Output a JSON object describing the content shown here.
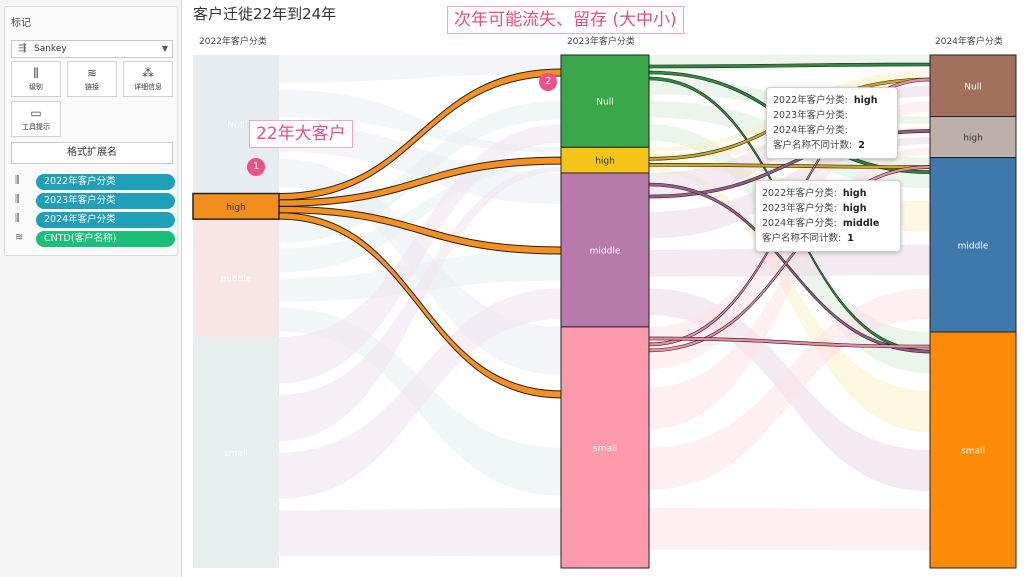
{
  "marks_card": {
    "title": "标记",
    "mark_type": "Sankey",
    "mark_type_icon": "sankey-icon",
    "buttons": [
      {
        "label": "级别",
        "icon": "level-icon"
      },
      {
        "label": "链接",
        "icon": "link-icon"
      },
      {
        "label": "详细信息",
        "icon": "detail-icon"
      },
      {
        "label": "工具提示",
        "icon": "tooltip-icon"
      }
    ],
    "format_button": "格式扩展名",
    "pills": [
      {
        "label": "2022年客户分类",
        "icon": "level-icon",
        "color": "#1fa0b8"
      },
      {
        "label": "2023年客户分类",
        "icon": "level-icon",
        "color": "#1fa0b8"
      },
      {
        "label": "2024年客户分类",
        "icon": "level-icon",
        "color": "#1fa0b8"
      },
      {
        "label": "CNTD(客户名称)",
        "icon": "link-icon",
        "color": "#1bbf7a"
      }
    ]
  },
  "view": {
    "title": "客户迁徙22年到24年",
    "columns": [
      "2022年客户分类",
      "2023年客户分类",
      "2024年客户分类"
    ]
  },
  "chart_data": {
    "type": "sankey",
    "stages": [
      "2022年客户分类",
      "2023年客户分类",
      "2024年客户分类"
    ],
    "nodes": {
      "2022": [
        {
          "name": "Null",
          "share": 0.27,
          "color": "#dfe6ec",
          "highlighted": false
        },
        {
          "name": "high",
          "share": 0.05,
          "color": "#f28e1c",
          "highlighted": true
        },
        {
          "name": "middle",
          "share": 0.23,
          "color": "#f6dcde",
          "highlighted": false
        },
        {
          "name": "small",
          "share": 0.45,
          "color": "#dde8e8",
          "highlighted": false
        }
      ],
      "2023": [
        {
          "name": "Null",
          "share": 0.18,
          "color": "#3aa84a"
        },
        {
          "name": "high",
          "share": 0.05,
          "color": "#f2c518"
        },
        {
          "name": "middle",
          "share": 0.3,
          "color": "#b87aaa"
        },
        {
          "name": "small",
          "share": 0.47,
          "color": "#fd9aab"
        }
      ],
      "2024": [
        {
          "name": "Null",
          "share": 0.12,
          "color": "#a2705c"
        },
        {
          "name": "high",
          "share": 0.08,
          "color": "#bdb0ab"
        },
        {
          "name": "middle",
          "share": 0.34,
          "color": "#3f79ab"
        },
        {
          "name": "small",
          "share": 0.46,
          "color": "#fe8a0a"
        }
      ]
    },
    "highlighted_flows": [
      {
        "from": "high",
        "to": "Null"
      },
      {
        "from": "high",
        "to": "high"
      },
      {
        "from": "high",
        "to": "middle"
      },
      {
        "from": "high",
        "to": "small"
      }
    ]
  },
  "annotations": [
    {
      "label": "22年大客户",
      "badge": "1"
    },
    {
      "label": "次年可能流失、留存 (大中小)",
      "badge": "2"
    }
  ],
  "tooltips": [
    {
      "rows": [
        {
          "key": "2022年客户分类:",
          "value": "high"
        },
        {
          "key": "2023年客户分类:",
          "value": ""
        },
        {
          "key": "2024年客户分类:",
          "value": ""
        },
        {
          "key": "客户名称不同计数:",
          "value": "2"
        }
      ]
    },
    {
      "rows": [
        {
          "key": "2022年客户分类:",
          "value": "high"
        },
        {
          "key": "2023年客户分类:",
          "value": "high"
        },
        {
          "key": "2024年客户分类:",
          "value": "middle"
        },
        {
          "key": "客户名称不同计数:",
          "value": "1"
        }
      ]
    }
  ]
}
